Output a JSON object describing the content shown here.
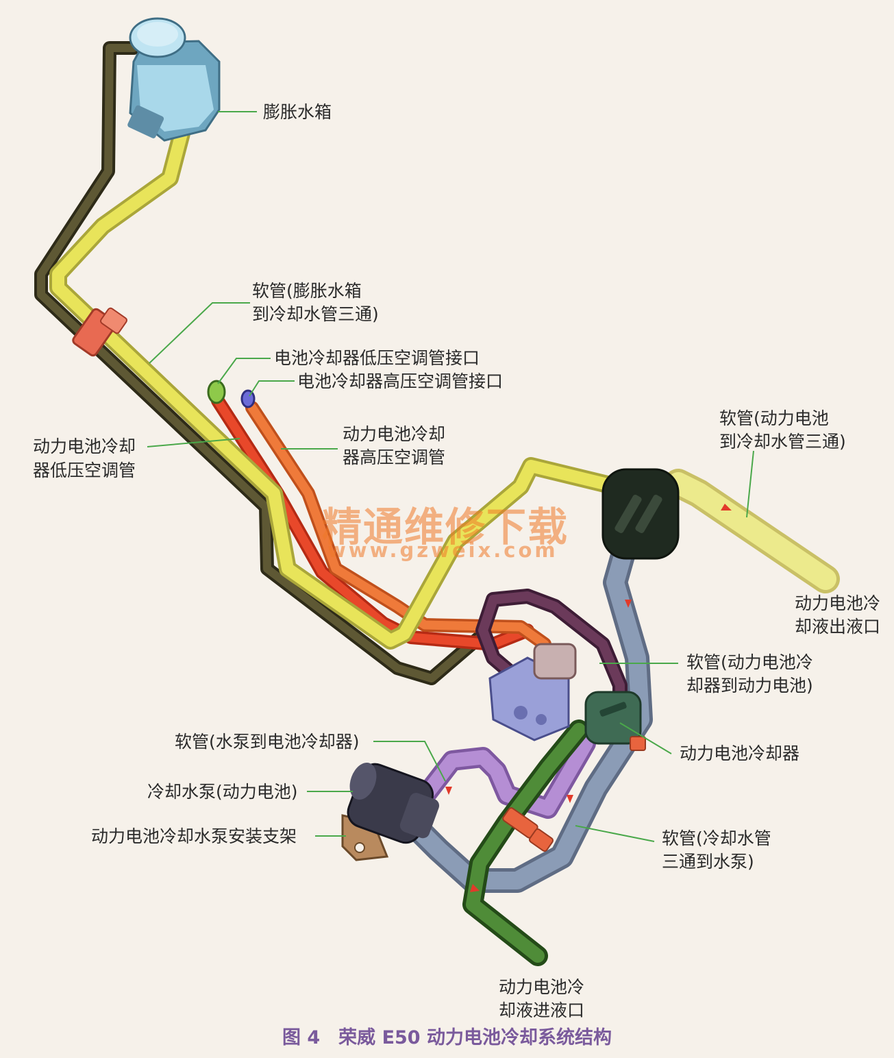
{
  "labels": {
    "expansion_tank": "膨胀水箱",
    "hose_tank_to_tee_1": "软管(膨胀水箱",
    "hose_tank_to_tee_2": "到冷却水管三通)",
    "chiller_low_port": "电池冷却器低压空调管接口",
    "chiller_high_port": "电池冷却器高压空调管接口",
    "low_pipe_1": "动力电池冷却",
    "low_pipe_2": "器低压空调管",
    "high_pipe_1": "动力电池冷却",
    "high_pipe_2": "器高压空调管",
    "hose_batt_to_tee_1": "软管(动力电池",
    "hose_batt_to_tee_2": "到冷却水管三通)",
    "outlet_1": "动力电池冷",
    "outlet_2": "却液出液口",
    "hose_chiller_to_batt_1": "软管(动力电池冷",
    "hose_chiller_to_batt_2": "却器到动力电池)",
    "battery_chiller": "动力电池冷却器",
    "hose_pump_to_chiller": "软管(水泵到电池冷却器)",
    "water_pump": "冷却水泵(动力电池)",
    "pump_bracket": "动力电池冷却水泵安装支架",
    "hose_tee_to_pump_1": "软管(冷却水管",
    "hose_tee_to_pump_2": "三通到水泵)",
    "inlet_1": "动力电池冷",
    "inlet_2": "却液进液口"
  },
  "caption": "图 4　荣威 E50 动力电池冷却系统结构",
  "watermark": {
    "title": "精通维修下载",
    "url": "www.gzweix.com"
  },
  "colors": {
    "background": "#f6f1ea",
    "tank": "#a9d8ea",
    "yellow_hose": "#e8e45a",
    "dark_olive_pipe": "#4f4a2c",
    "red_pipe": "#e8482a",
    "orange_pipe": "#ef7a3a",
    "blue_grey_pipe": "#8b9cb6",
    "lavender_hose": "#b58ed4",
    "green_pipe": "#3f7a2c",
    "purple_pipe": "#6b3a5a",
    "caption": "#7a5a9c",
    "leader": "#4aa84a",
    "watermark": "#ee7828"
  }
}
